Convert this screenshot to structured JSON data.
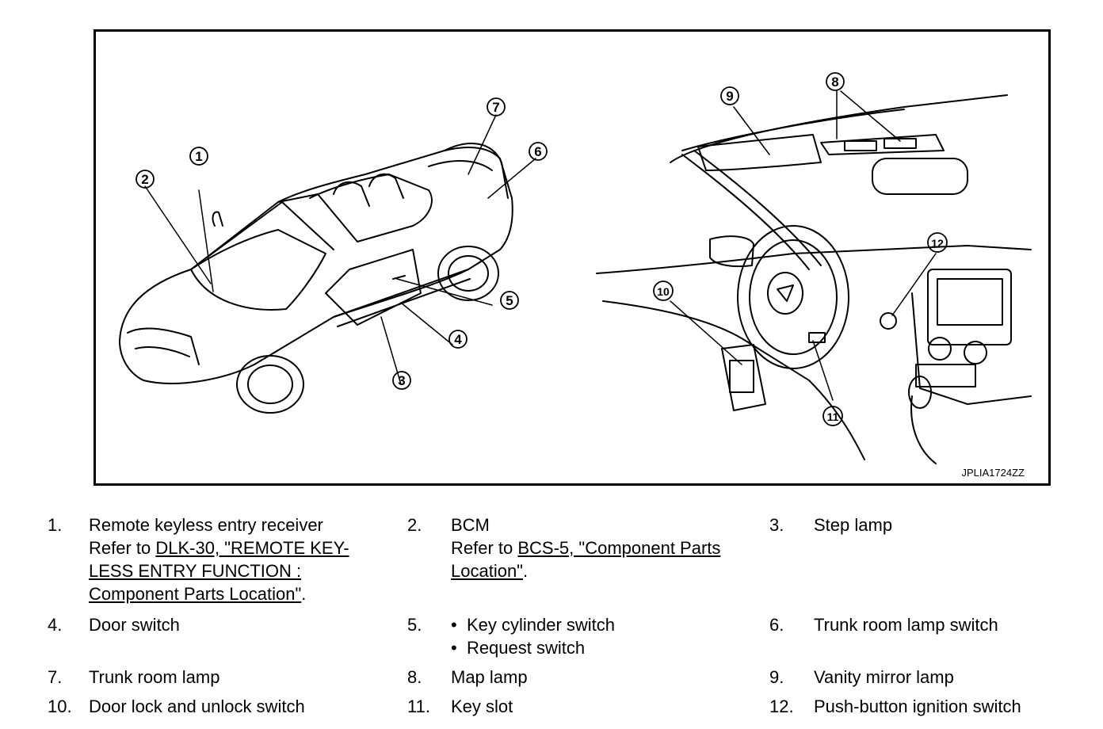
{
  "figure": {
    "id": "JPLIA1724ZZ",
    "callouts": [
      "1",
      "2",
      "3",
      "4",
      "5",
      "6",
      "7",
      "8",
      "9",
      "10",
      "11",
      "12"
    ]
  },
  "legend": [
    {
      "num": "1.",
      "name": "Remote keyless entry receiver",
      "ref_prefix": "Refer to ",
      "ref_link": "DLK-30, \"REMOTE KEY-LESS ENTRY FUNCTION : Component Parts Location\"",
      "ref_suffix": "."
    },
    {
      "num": "2.",
      "name": "BCM",
      "ref_prefix": "Refer to ",
      "ref_link": "BCS-5, \"Component Parts Location\"",
      "ref_suffix": "."
    },
    {
      "num": "3.",
      "name": "Step lamp"
    },
    {
      "num": "4.",
      "name": "Door switch"
    },
    {
      "num": "5.",
      "bullets": [
        "Key cylinder switch",
        "Request switch"
      ]
    },
    {
      "num": "6.",
      "name": "Trunk room lamp switch"
    },
    {
      "num": "7.",
      "name": "Trunk room lamp"
    },
    {
      "num": "8.",
      "name": "Map lamp"
    },
    {
      "num": "9.",
      "name": "Vanity mirror lamp"
    },
    {
      "num": "10.",
      "name": "Door lock and unlock switch"
    },
    {
      "num": "11.",
      "name": "Key slot"
    },
    {
      "num": "12.",
      "name": "Push-button ignition switch"
    }
  ]
}
